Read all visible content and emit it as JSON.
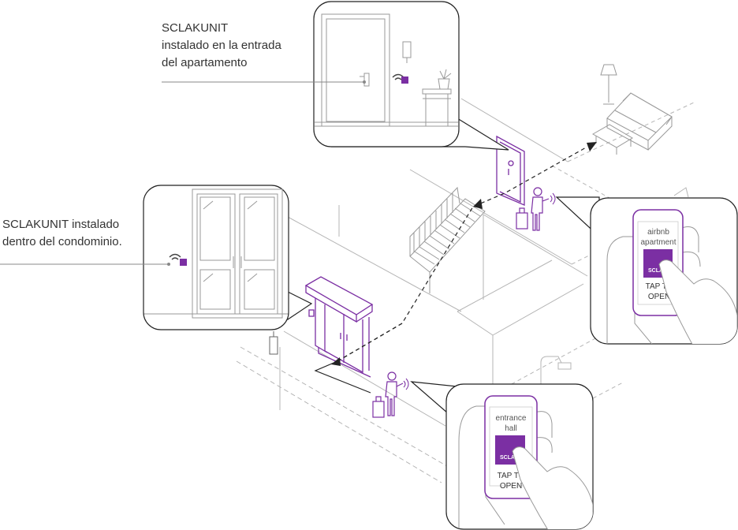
{
  "labels": {
    "apartment": {
      "line1": "SCLAKUNIT",
      "line2": "instalado en la entrada",
      "line3": "del apartamento"
    },
    "condo": {
      "line1": "SCLAKUNIT instalado",
      "line2": "dentro del condominio."
    }
  },
  "phones": {
    "apartment": {
      "title1": "airbnb",
      "title2": "apartment",
      "badge": "SCLAK",
      "cta1": "TAP TO",
      "cta2": "OPEN"
    },
    "entrance": {
      "title1": "entrance",
      "title2": "hall",
      "badge": "SCLAK",
      "cta1": "TAP TO",
      "cta2": "OPEN"
    }
  },
  "colors": {
    "accent": "#7b2fa3",
    "line": "#999999",
    "dark": "#222222",
    "text": "#333333"
  }
}
